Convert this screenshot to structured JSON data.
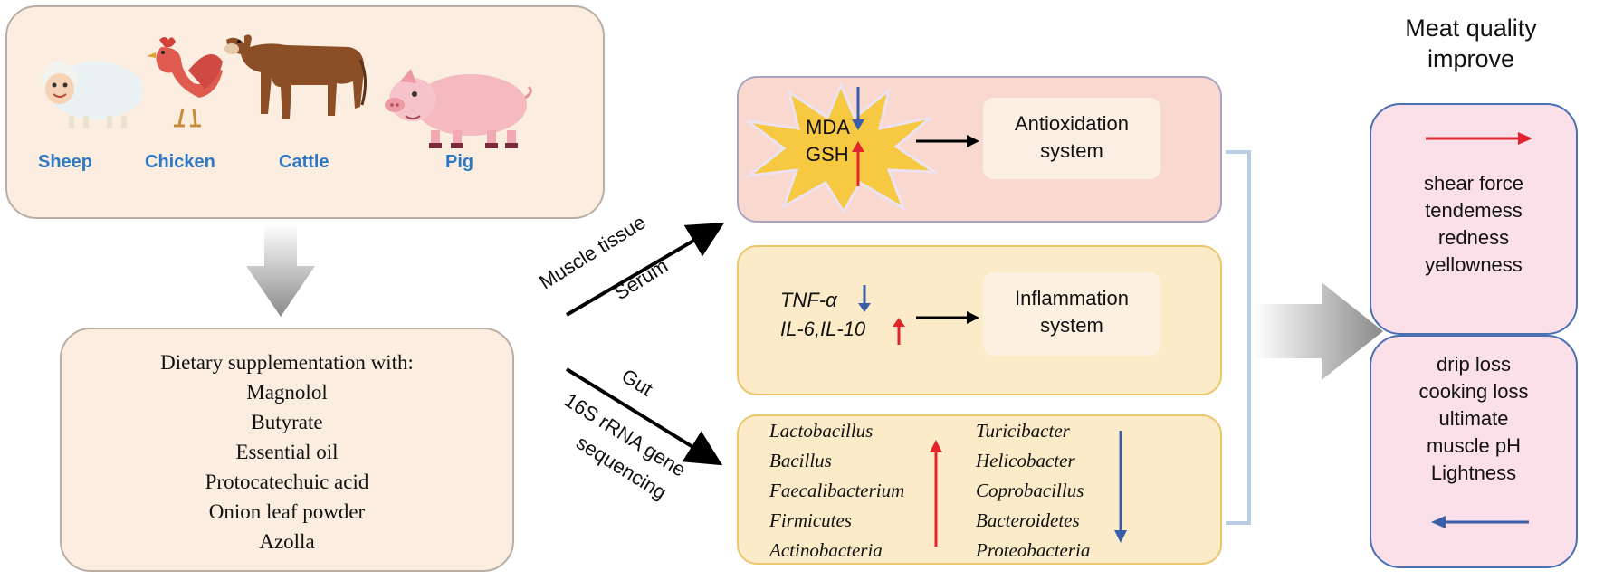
{
  "animals": [
    {
      "name": "sheep",
      "label": "Sheep"
    },
    {
      "name": "chicken",
      "label": "Chicken"
    },
    {
      "name": "cattle",
      "label": "Cattle"
    },
    {
      "name": "pig",
      "label": "Pig"
    }
  ],
  "diet": {
    "heading": "Dietary supplementation with:",
    "items": [
      "Magnolol",
      "Butyrate",
      "Essential oil",
      "Protocatechuic acid",
      "Onion leaf powder",
      "Azolla"
    ]
  },
  "routes": {
    "muscle": "Muscle tissue",
    "serum": "Serum",
    "gut": "Gut",
    "seq_line1": "16S rRNA gene",
    "seq_line2": "sequencing"
  },
  "antioxidation": {
    "mda": "MDA",
    "gsh": "GSH",
    "system_line1": "Antioxidation",
    "system_line2": "system"
  },
  "inflammation": {
    "tnf": "TNF-α",
    "il": "IL-6,IL-10",
    "system_line1": "Inflammation",
    "system_line2": "system"
  },
  "gut_bacteria": {
    "increased": [
      "Lactobacillus",
      "Bacillus",
      "Faecalibacterium",
      "Firmicutes",
      "Actinobacteria"
    ],
    "decreased": [
      "Turicibacter",
      "Helicobacter",
      "Coprobacillus",
      "Bacteroidetes",
      "Proteobacteria"
    ]
  },
  "meat_quality": {
    "title_line1": "Meat quality",
    "title_line2": "improve",
    "increased": [
      "shear force",
      "tendemess",
      "redness",
      "yellowness"
    ],
    "decreased": [
      "drip loss",
      "cooking loss",
      "ultimate",
      "muscle pH",
      "Lightness"
    ]
  },
  "colors": {
    "up_arrow": "#e0262a",
    "down_arrow": "#3a5ea8",
    "label_blue": "#2d78c4"
  }
}
